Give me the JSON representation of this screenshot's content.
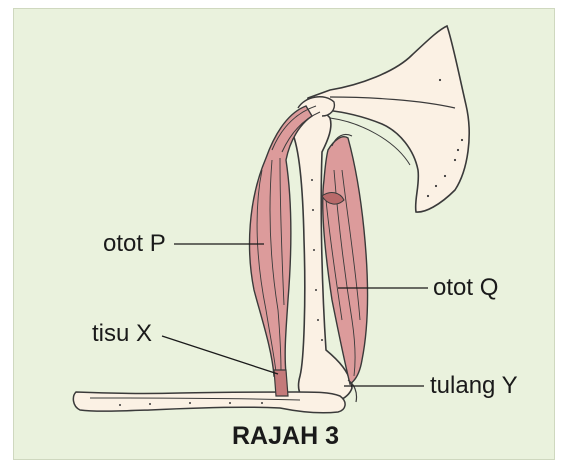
{
  "labels": {
    "muscle_p": "otot P",
    "muscle_q": "otot Q",
    "tissue_x": "tisu X",
    "bone_y": "tulang Y"
  },
  "caption": "RAJAH 3",
  "colors": {
    "background": "#eaf2dd",
    "bone_fill": "#fbf1e4",
    "muscle_fill": "#d98c8c",
    "muscle_dark": "#b86a6a",
    "outline": "#3a3a3a"
  }
}
